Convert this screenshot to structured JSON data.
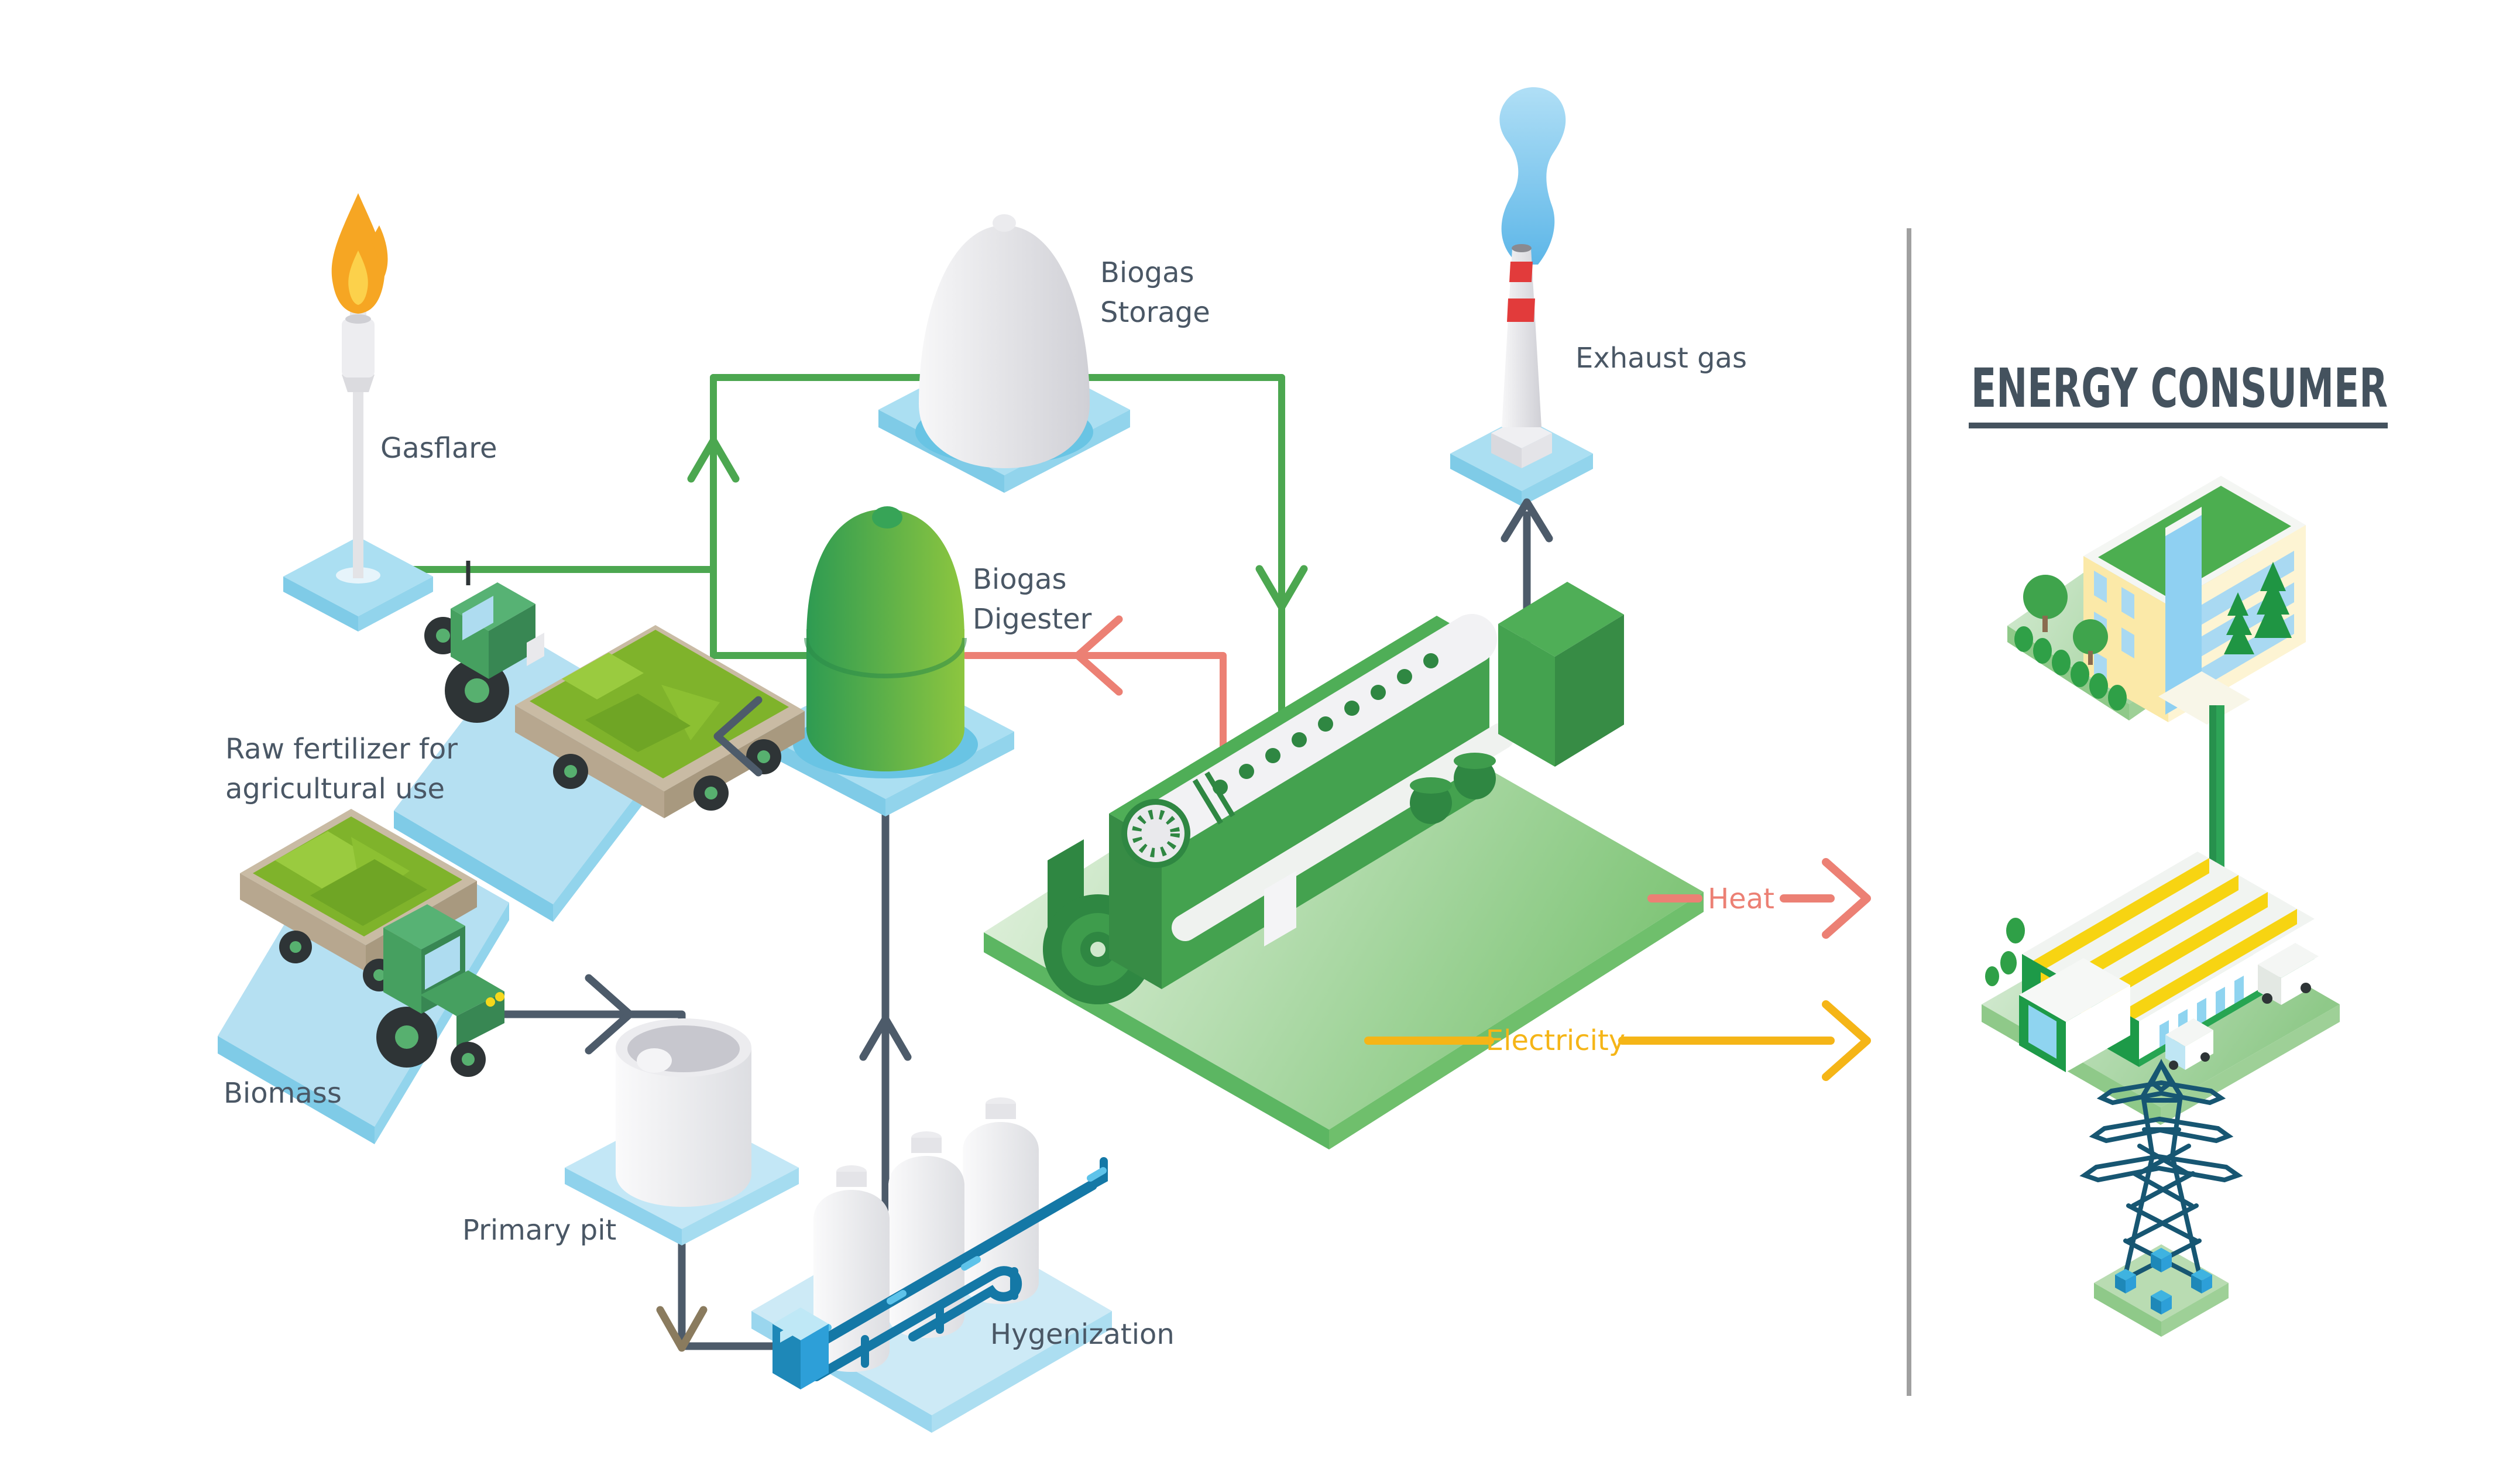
{
  "title": {
    "text": "ENERGY CONSUMER"
  },
  "labels": {
    "gasflare": "Gasflare",
    "storage1": "Biogas",
    "storage2": "Storage",
    "exhaust": "Exhaust gas",
    "digester1": "Biogas",
    "digester2": "Digester",
    "fertilizer1": "Raw fertilizer for",
    "fertilizer2": "agricultural use",
    "biomass": "Biomass",
    "primary_pit": "Primary pit",
    "hygenization": "Hygenization",
    "heat": "Heat",
    "electricity": "Electricity"
  },
  "arrow_colors": {
    "biogas_line": "#4CA750",
    "heat_line": "#EC8074",
    "electricity_line": "#F5B517",
    "substrate_line": "#4D5B6A",
    "digestate_arrowhead": "#8A7B5E"
  },
  "consumer_panel": {
    "items": [
      "residential-building",
      "factory",
      "power-transmission-tower"
    ]
  },
  "palette": {
    "platform_blue_top": "#ABDFF2",
    "platform_blue_side": "#7FCBE7",
    "platform_green_top": "#B9DCB2",
    "digester_green": "#2E9B52",
    "engine_green": "#4FAE57",
    "chimney_red": "#E23B3B",
    "smoke_blue": "#55B6E9",
    "tower_teal": "#175672",
    "label_slate": "#4A5765"
  }
}
